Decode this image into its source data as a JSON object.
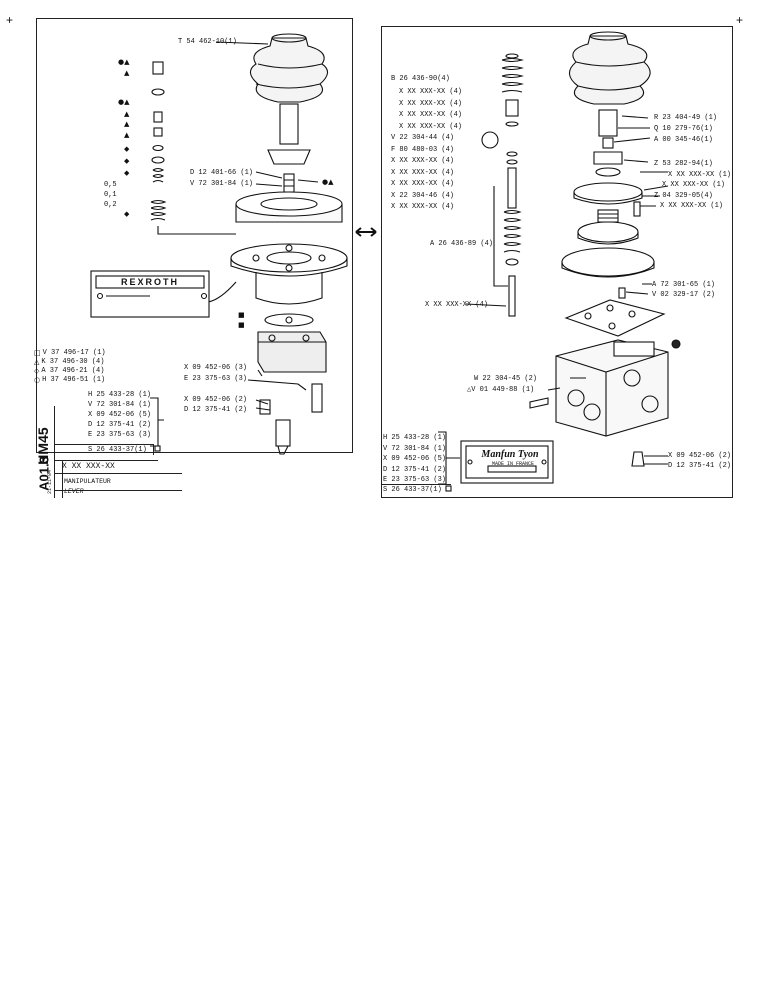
{
  "left_panel": {
    "top_label": "T 54 462-10(1)",
    "mid_labels": [
      "D 12 401-66 (1)",
      "V 72 301-84 (1)"
    ],
    "side_marker": "●▲",
    "brand_plate": "REXROTH",
    "spring_values": [
      "0,5",
      "0,1",
      "0,2"
    ],
    "legend": [
      {
        "symbol": "□",
        "text": "V 37 496-17 (1)"
      },
      {
        "symbol": "△",
        "text": "K 37 496-30 (4)"
      },
      {
        "symbol": "◇",
        "text": "A 37 496-21 (4)"
      },
      {
        "symbol": "○",
        "text": "H 37 496-51 (1)"
      }
    ],
    "valve_labels": [
      "X 09 452-06 (3)",
      "E 23 375-63 (3)",
      "X 09 452-06 (2)",
      "D 12 375-41 (2)"
    ],
    "kit_list": [
      "H 25 433-28 (1)",
      "V 72 301-84 (1)",
      "X 09 452-06 (5)",
      "D 12 375-41 (2)",
      "E 23 375-63 (3)"
    ],
    "kit_ref": "S 26 433-37(1)"
  },
  "title_block": {
    "model": "HM45",
    "page": "A01.3",
    "date": "21-11-84",
    "part_no": "X XX XXX-XX",
    "title_fr": "MANIPULATEUR",
    "title_en": "LEVER"
  },
  "right_panel": {
    "left_labels": [
      "B 26 436-90(4)",
      "X XX XXX-XX (4)",
      "X XX XXX-XX (4)",
      "X XX XXX-XX (4)",
      "X XX XXX-XX (4)",
      "V 22 304-44 (4)",
      "F 80 480-03 (4)",
      "X XX XXX-XX (4)",
      "X XX XXX-XX (4)",
      "X XX XXX-XX (4)",
      "X 22 304-46 (4)",
      "X XX XXX-XX (4)"
    ],
    "spring_label": "A 26 436-89 (4)",
    "pin_label": "X XX XXX-XX (4)",
    "right_labels": [
      "R 23 404-49 (1)",
      "Q 10 279-76(1)",
      "A 00 345-46(1)",
      "Z 53 282-94(1)",
      "X XX XXX-XX (1)",
      "X XX XXX-XX (1)",
      "Z 04 329-05(4)",
      "X XX XXX-XX (1)"
    ],
    "plate_labels": [
      "A 72 301-65 (1)",
      "V 02 329-17 (2)"
    ],
    "body_labels": [
      "W 22 304-45 (2)",
      "△V 01 449-88 (1)"
    ],
    "valve_labels": [
      "X 09 452-06 (2)",
      "D 12 375-41 (2)"
    ],
    "kit_list": [
      "H 25 433-28 (1)",
      "V 72 301-84 (1)",
      "X 09 452-06 (5)",
      "D 12 375-41 (2)",
      "E 23 375-63 (3)"
    ],
    "kit_ref": "S 26 433-37(1)",
    "brand_plate": "Manfun Tyon",
    "brand_sub": "MADE IN FRANCE"
  }
}
